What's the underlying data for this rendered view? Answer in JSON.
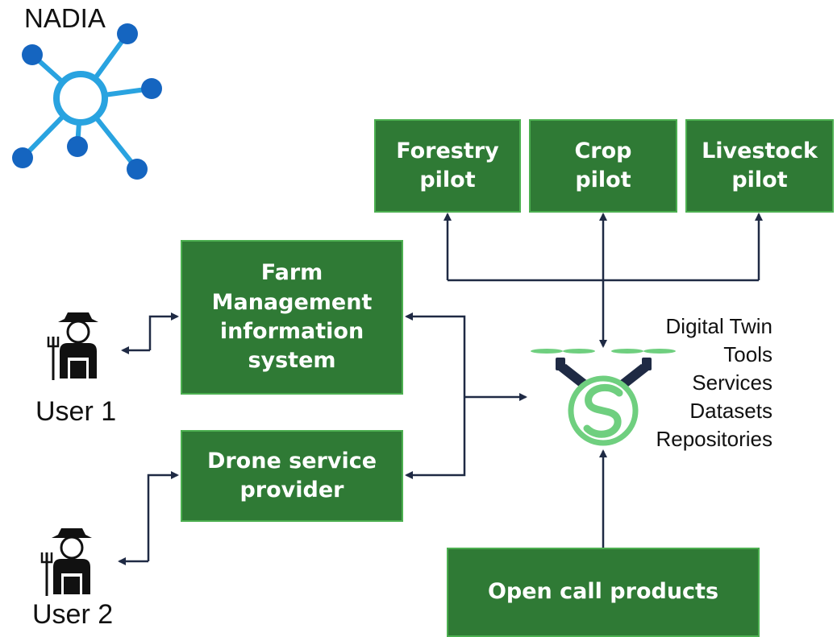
{
  "logo": {
    "text": "NADIA"
  },
  "pilots": [
    {
      "line1": "Forestry",
      "line2": "pilot"
    },
    {
      "line1": "Crop",
      "line2": "pilot"
    },
    {
      "line1": "Livestock",
      "line2": "pilot"
    }
  ],
  "fmis": {
    "line1": "Farm",
    "line2": "Management",
    "line3": "information",
    "line4": "system"
  },
  "drone_provider": {
    "line1": "Drone service",
    "line2": "provider"
  },
  "open_call": {
    "label": "Open call products"
  },
  "users": [
    {
      "label": "User 1"
    },
    {
      "label": "User 2"
    }
  ],
  "platform_features": [
    "Digital Twin",
    "Tools",
    "Services",
    "Datasets",
    "Repositories"
  ],
  "colors": {
    "box_fill": "#2f7a35",
    "box_border": "#4caf50",
    "arrow": "#1f2a44",
    "logo_blue": "#1565c0",
    "logo_light": "#29b6f6",
    "platform_green": "#6fcf7f"
  },
  "icons": {
    "logo": "network-hub-icon",
    "farmer": "farmer-icon",
    "platform": "drone-platform-icon"
  }
}
